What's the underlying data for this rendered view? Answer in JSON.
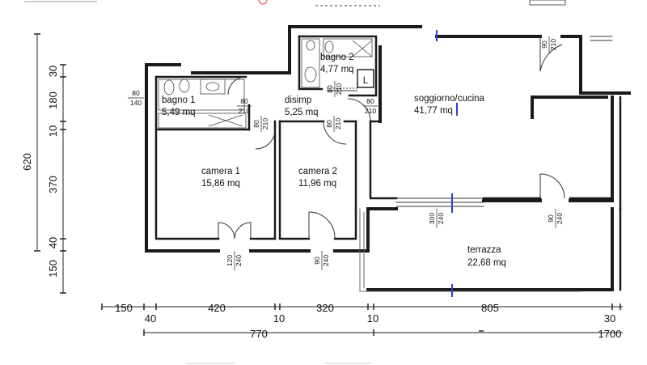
{
  "rooms": [
    {
      "name": "bagno 1",
      "area": "5,49 mq"
    },
    {
      "name": "bagno 2",
      "area": "4,77 mq"
    },
    {
      "name": "disimp",
      "area": "5,25 mq"
    },
    {
      "name": "soggiorno/cucina",
      "area": "41,77 mq"
    },
    {
      "name": "camera 1",
      "area": "15,86 mq"
    },
    {
      "name": "camera 2",
      "area": "11,96 mq"
    },
    {
      "name": "terrazza",
      "area": "22,68 mq"
    }
  ],
  "door_labels": [
    {
      "w": "80",
      "h": "140"
    },
    {
      "w": "80",
      "h": "210"
    },
    {
      "w": "80",
      "h": "210"
    },
    {
      "w": "80",
      "h": "210"
    },
    {
      "w": "80",
      "h": "210"
    },
    {
      "w": "80",
      "h": "210"
    },
    {
      "w": "90",
      "h": "210"
    },
    {
      "w": "300",
      "h": "240"
    },
    {
      "w": "90",
      "h": "240"
    },
    {
      "w": "120",
      "h": "240"
    },
    {
      "w": "90",
      "h": "240"
    }
  ],
  "dims_vertical": [
    "30",
    "180",
    "10",
    "370",
    "40",
    "150"
  ],
  "dim_vertical_total": "620",
  "dims_bottom": [
    "150",
    "40",
    "420",
    "10",
    "320",
    "10",
    "805",
    "30"
  ],
  "dims_bottom_totals": [
    "770",
    "1700"
  ],
  "fixture_label": "L"
}
